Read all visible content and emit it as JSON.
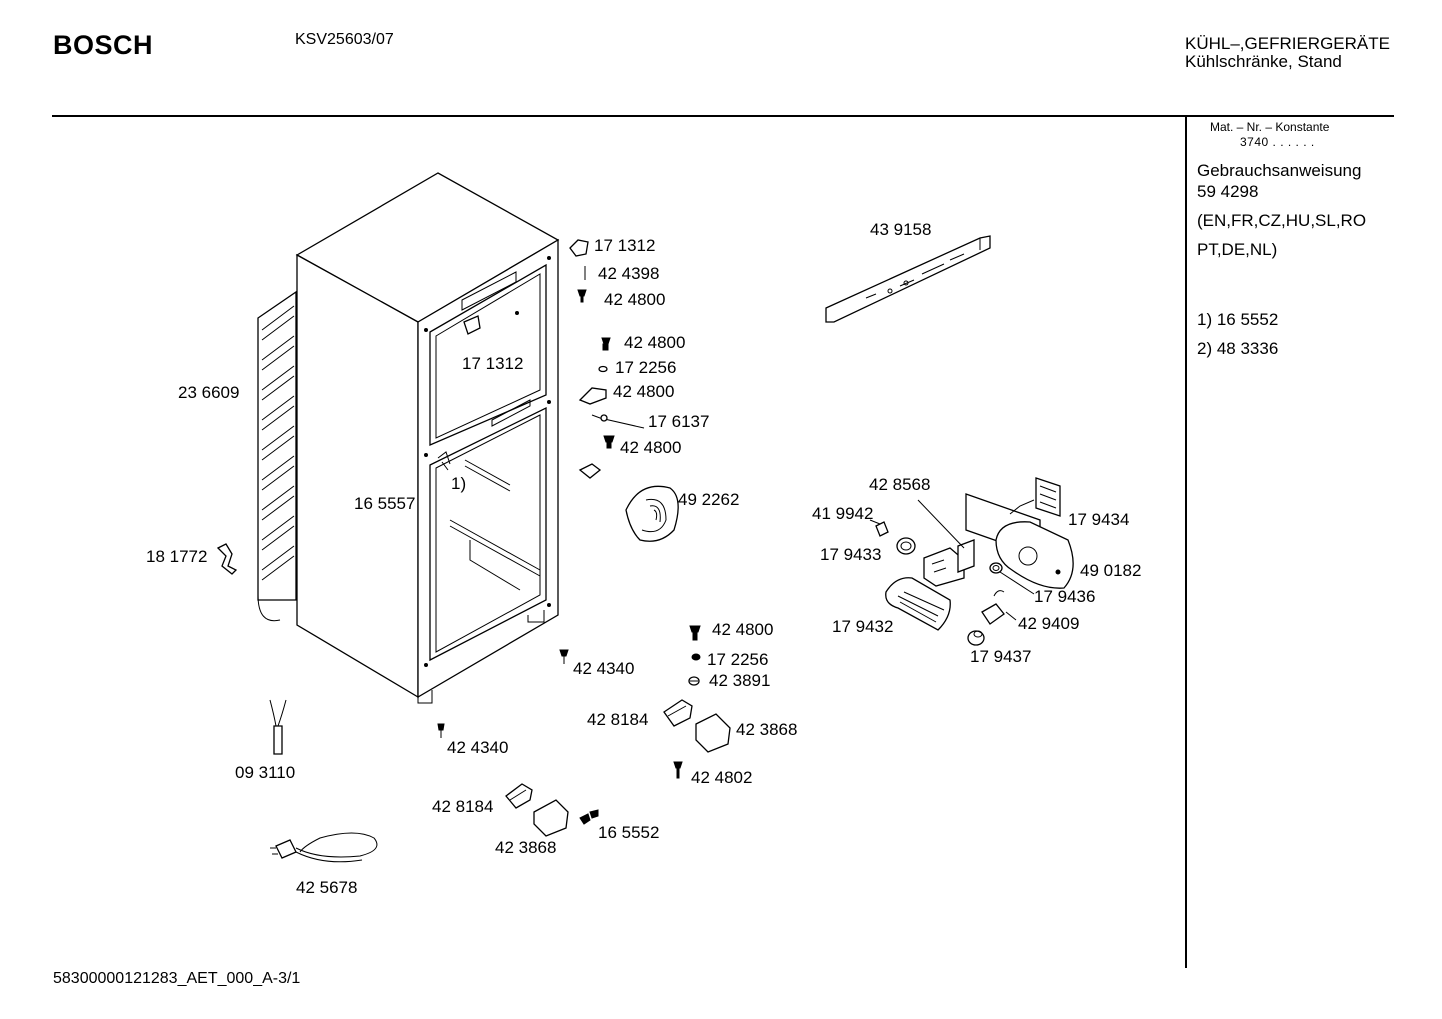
{
  "header": {
    "brand": "BOSCH",
    "model": "KSV25603/07",
    "category_line1": "KÜHL–,GEFRIERGERÄTE",
    "category_line2": "Kühlschränke, Stand"
  },
  "sidebar": {
    "mat_label": "Mat. – Nr. – Konstante",
    "mat_value": "3740 . . . . . .",
    "manual_label": "Gebrauchsanweisung",
    "manual_number": "59 4298",
    "languages_line1": "(EN,FR,CZ,HU,SL,RO",
    "languages_line2": "PT,DE,NL)",
    "note1": "1) 16 5552",
    "note2": "2) 48 3336"
  },
  "footer": {
    "code": "58300000121283_AET_000_A-3/1"
  },
  "parts": {
    "p_171312_top": "17 1312",
    "p_424398": "42 4398",
    "p_424800_a": "42 4800",
    "p_424800_b": "42 4800",
    "p_172256_a": "17 2256",
    "p_424800_c": "42 4800",
    "p_176137": "17 6137",
    "p_424800_d": "42 4800",
    "p_171312_inner": "17 1312",
    "p_236609": "23 6609",
    "p_165557": "16 5557",
    "p_note_ref": "1)",
    "p_181772": "18 1772",
    "p_492262": "49 2262",
    "p_439158": "43 9158",
    "p_428568": "42 8568",
    "p_419942": "41 9942",
    "p_179434": "17 9434",
    "p_179433": "17 9433",
    "p_490182": "49 0182",
    "p_179436": "17 9436",
    "p_179432": "17 9432",
    "p_429409": "42 9409",
    "p_179437": "17 9437",
    "p_424800_e": "42 4800",
    "p_172256_b": "17 2256",
    "p_423891": "42 3891",
    "p_424340_a": "42 4340",
    "p_428184_a": "42 8184",
    "p_423868_a": "42 3868",
    "p_424802": "42 4802",
    "p_424340_b": "42 4340",
    "p_093110": "09 3110",
    "p_428184_b": "42 8184",
    "p_165552": "16 5552",
    "p_423868_b": "42 3868",
    "p_425678": "42 5678"
  }
}
